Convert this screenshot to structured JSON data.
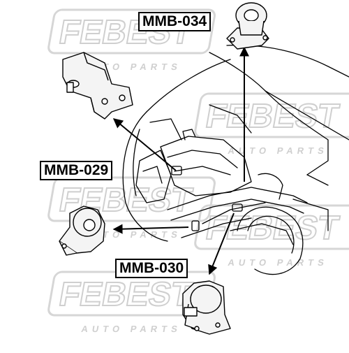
{
  "watermark": {
    "brand": "FEBEST",
    "tagline": "AUTO PARTS",
    "color": "#d2d2d2"
  },
  "parts": {
    "mmb_034": "MMB-034",
    "mmb_029": "MMB-029",
    "mmb_030": "MMB-030"
  },
  "colors": {
    "line": "#000000",
    "part_fill": "#f4f4f4",
    "background": "#ffffff"
  }
}
